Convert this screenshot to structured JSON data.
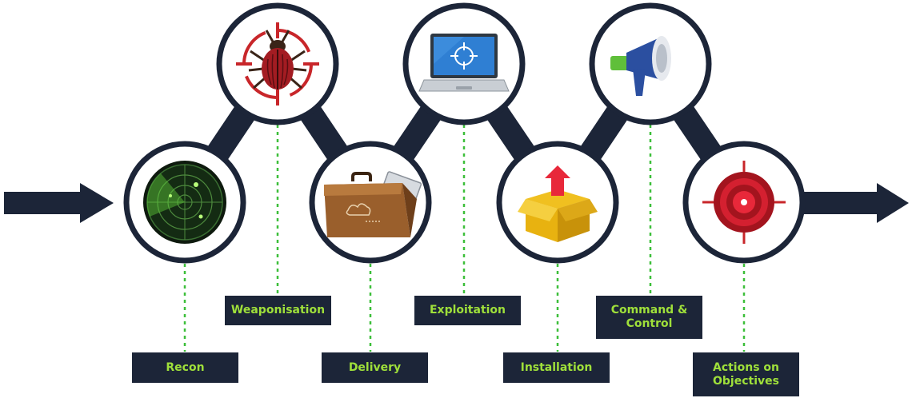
{
  "stages": [
    {
      "id": "recon",
      "label": "Recon",
      "icon": "radar-icon"
    },
    {
      "id": "weaponisation",
      "label": "Weaponisation",
      "icon": "bug-icon"
    },
    {
      "id": "delivery",
      "label": "Delivery",
      "icon": "briefcase-icon"
    },
    {
      "id": "exploitation",
      "label": "Exploitation",
      "icon": "laptop-icon"
    },
    {
      "id": "installation",
      "label": "Installation",
      "icon": "box-icon"
    },
    {
      "id": "command_control",
      "label": "Command &\nControl",
      "icon": "megaphone-icon"
    },
    {
      "id": "actions",
      "label": "Actions on\nObjectives",
      "icon": "target-icon"
    }
  ],
  "colors": {
    "navy": "#1c2538",
    "green": "#9fe03a",
    "dotted": "#3dbf3a",
    "white": "#ffffff"
  }
}
